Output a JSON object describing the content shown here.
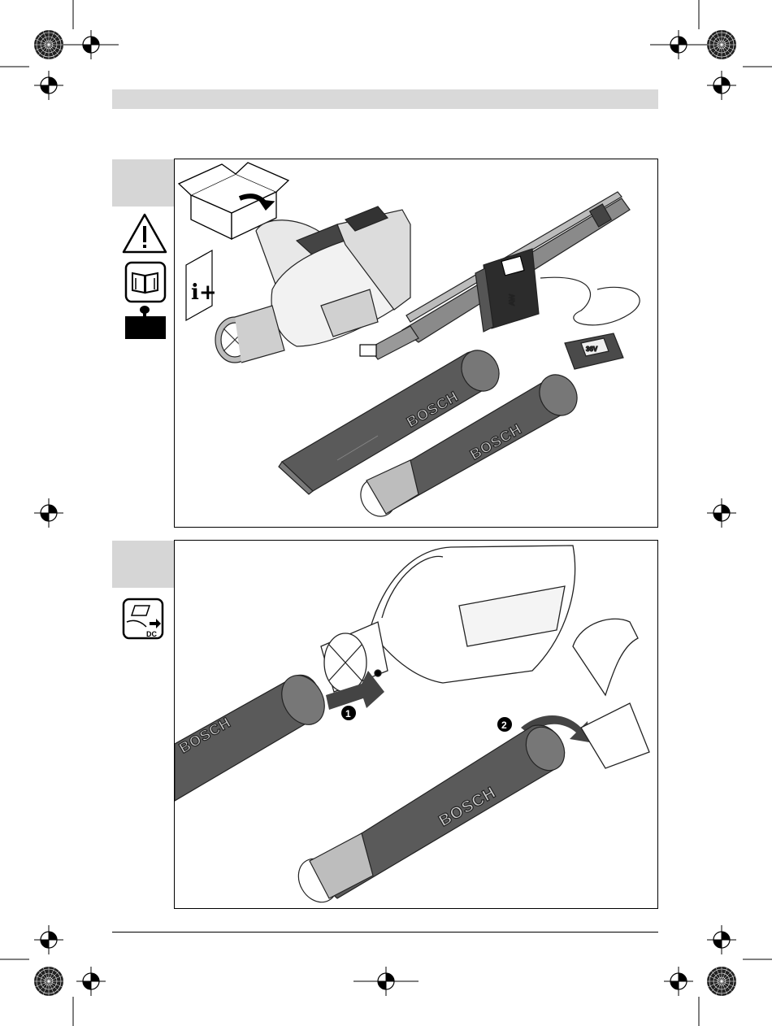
{
  "brand": {
    "wordmark": "BOSCH"
  },
  "info_sheet": {
    "symbol": "i+"
  },
  "accessories": {
    "battery_voltage": "36V",
    "battery_label": "AW"
  },
  "assembly": {
    "step1_marker": "❶",
    "step2_marker": "❷"
  },
  "side_icons": {
    "dc_label": "DC",
    "warning": "warning-triangle-icon",
    "manual": "read-manual-icon",
    "weight": "weight-icon",
    "dc_charge": "dc-charge-icon"
  },
  "colors": {
    "tab": "#d6d6d6",
    "header_band": "#d9d9d9",
    "tube": "#5a5a5a",
    "tube_light": "#7a7a7a"
  }
}
